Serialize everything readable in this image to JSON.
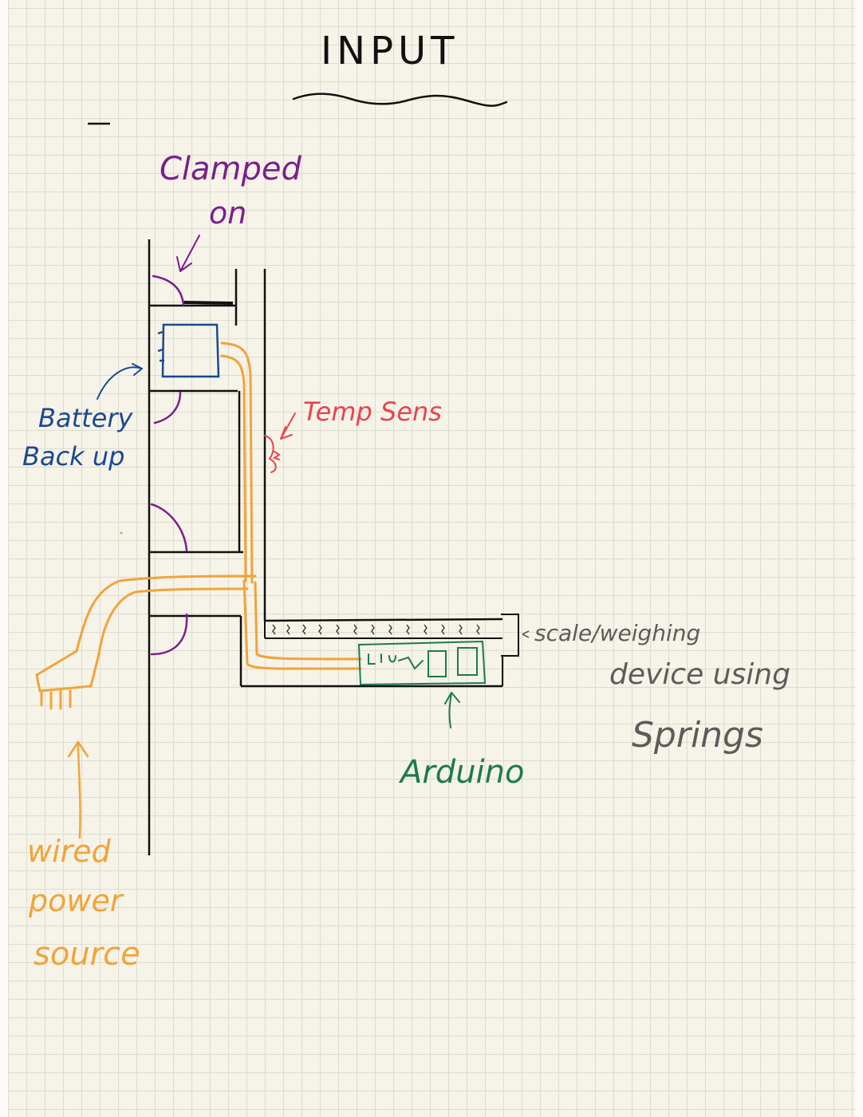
{
  "title": "INPUT",
  "labels": {
    "clamped_on_1": "Clamped",
    "clamped_on_2": "on",
    "battery_1": "Battery",
    "battery_2": "Back up",
    "temp_sensor": "Temp Sens",
    "scale_1": "scale/weighing",
    "scale_2": "device using",
    "scale_3": "Springs",
    "arduino": "Arduino",
    "power_1": "wired",
    "power_2": "power",
    "power_3": "source"
  },
  "colors": {
    "ink": "#111111",
    "purple": "#7a1f8c",
    "blue": "#1a4a8f",
    "red": "#e8444f",
    "orange": "#f0a43a",
    "green": "#1d7a4e",
    "gray": "#5c5c5c"
  }
}
